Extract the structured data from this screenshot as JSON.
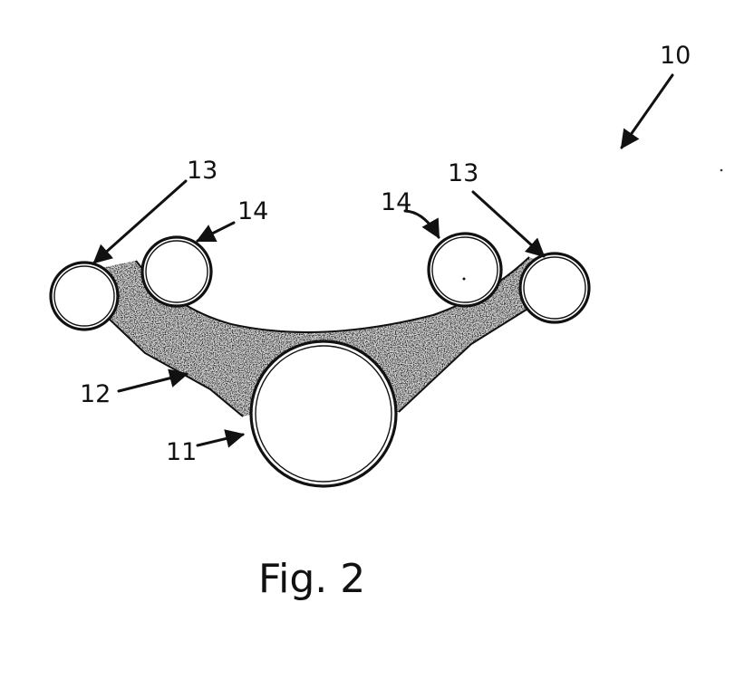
{
  "figure": {
    "caption": "Fig. 2",
    "colors": {
      "ink": "#111111",
      "fill_stipple": "#8a8a8a",
      "background": "#ffffff"
    },
    "labels": {
      "assembly": "10",
      "main_tube": "11",
      "web": "12",
      "outer_tube_left": "13",
      "outer_tube_right": "13",
      "inner_tube_left": "14",
      "inner_tube_right": "14"
    }
  }
}
